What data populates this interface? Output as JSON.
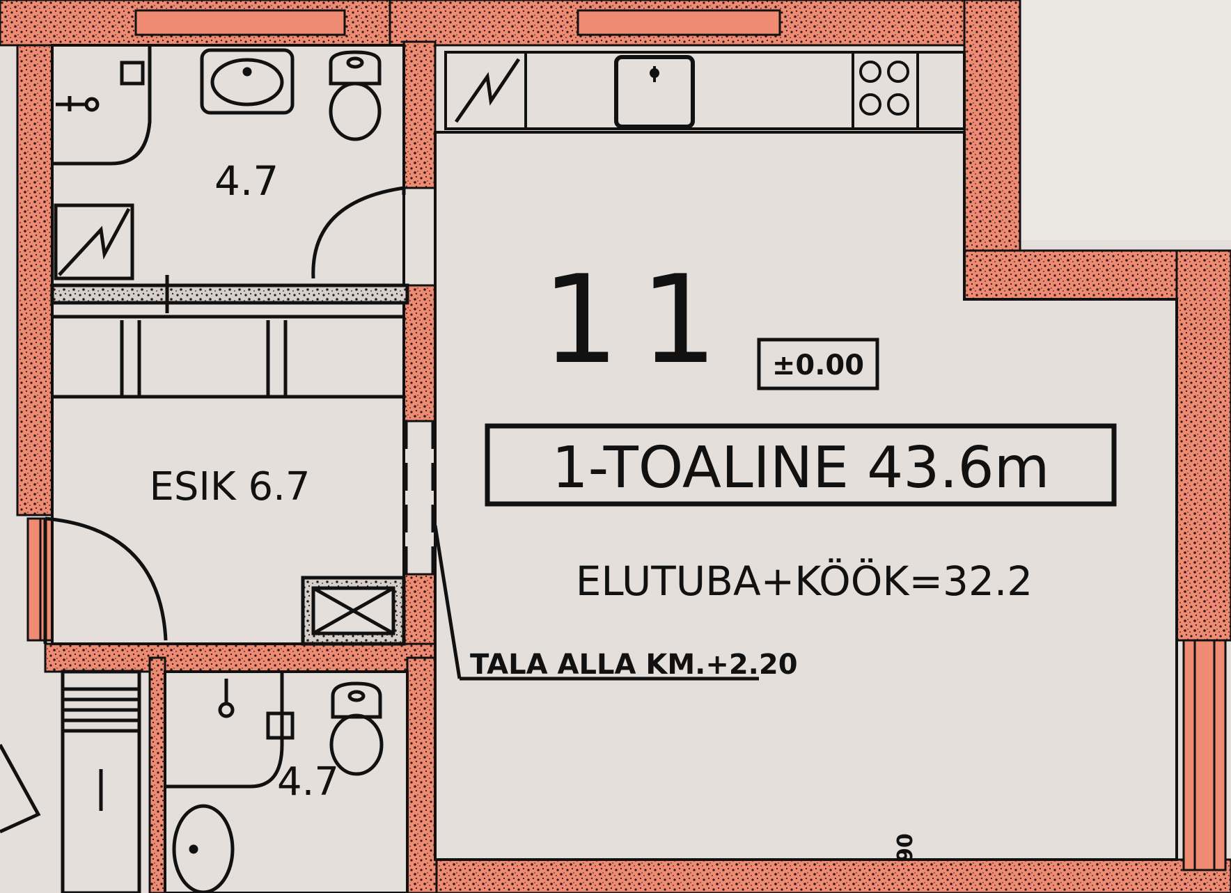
{
  "plan": {
    "apartment_number": "11",
    "floor_level": "±0.00",
    "apartment_type": "1-TOALINE 43.6m",
    "living_kitchen": "ELUTUBA+KÖÖK=32.2",
    "bathroom_top_area": "4.7",
    "hall": "ESIK 6.7",
    "bathroom_bottom_area": "4.7",
    "beam_note": "TALA ALLA KM.+2.20",
    "bottom_mark": "90"
  },
  "colors": {
    "paper": "#e4dfdb",
    "wall_fill": "#ef8a73",
    "wall_pattern": "#2a1b16",
    "ink": "#111111"
  }
}
